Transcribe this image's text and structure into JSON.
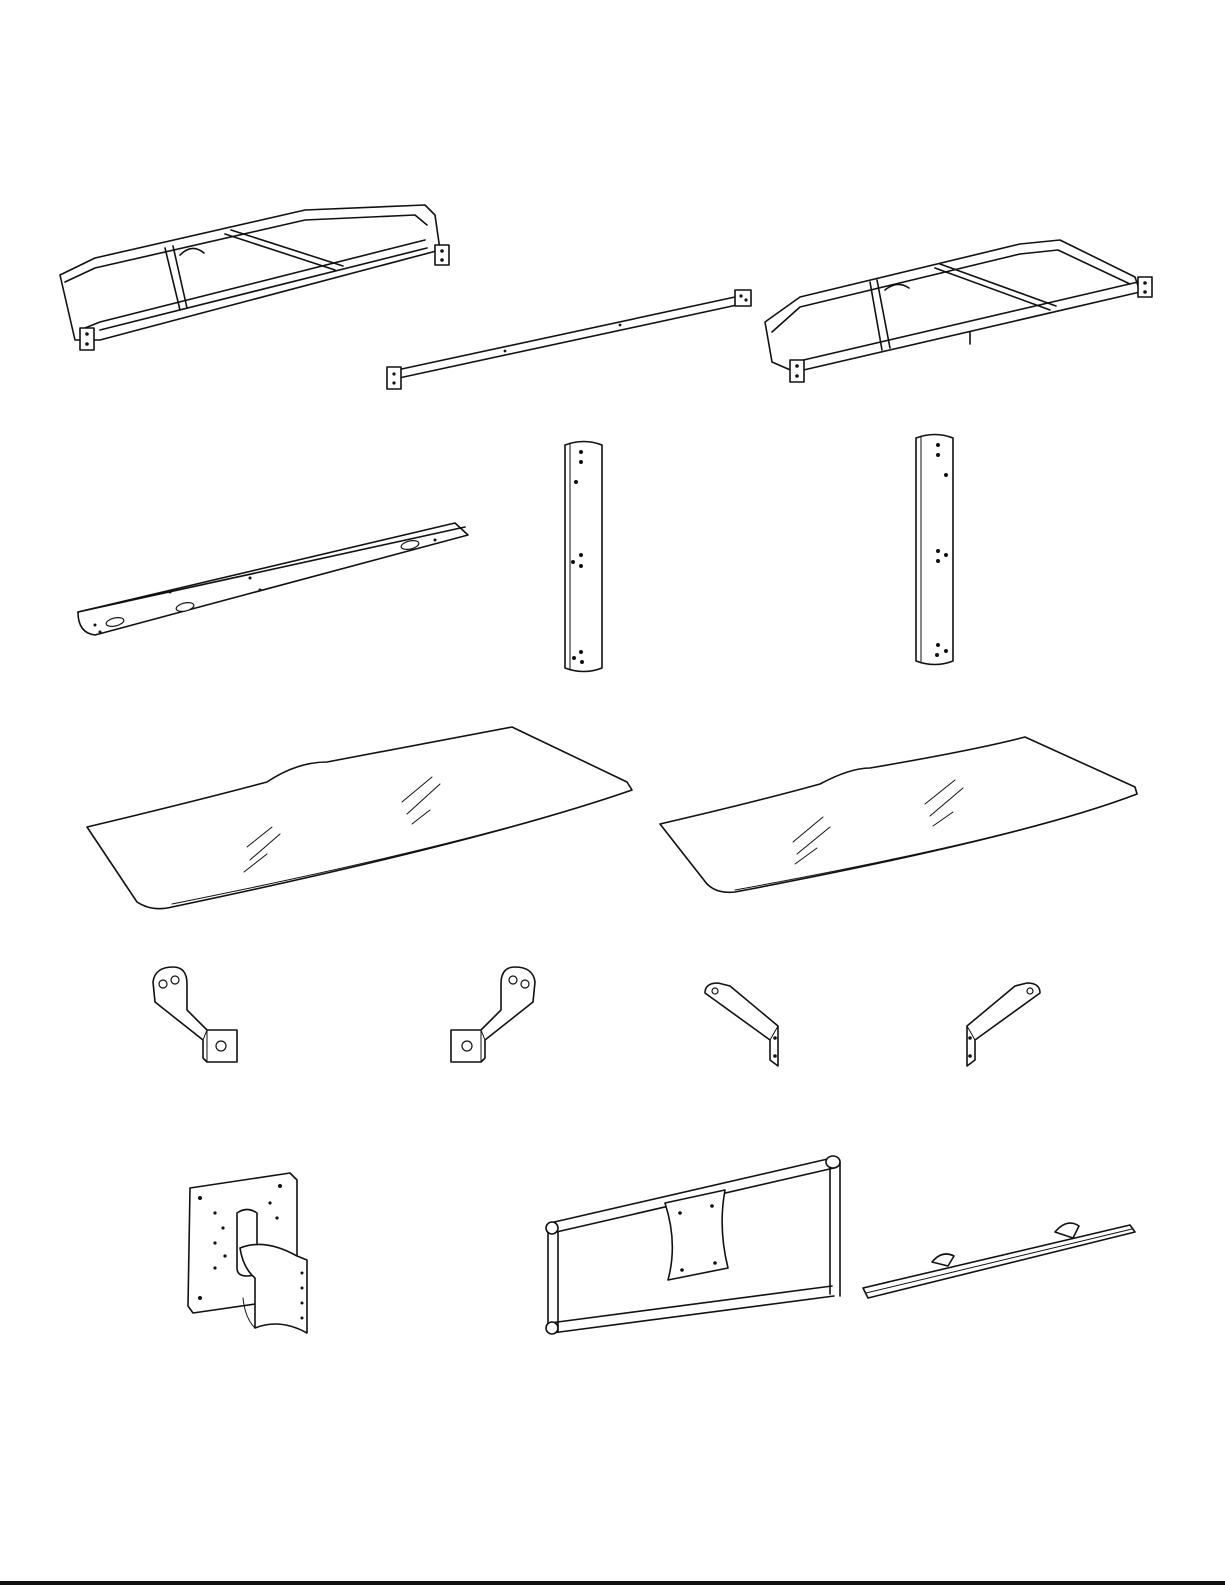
{
  "document": {
    "parts": [
      {
        "id": "frame-large",
        "icon": "frame-icon"
      },
      {
        "id": "rail-long",
        "icon": "rail-icon"
      },
      {
        "id": "frame-small",
        "icon": "frame-icon"
      },
      {
        "id": "crossbar",
        "icon": "crossbar-icon"
      },
      {
        "id": "upright-left",
        "icon": "upright-icon"
      },
      {
        "id": "upright-right",
        "icon": "upright-icon"
      },
      {
        "id": "glass-shelf-left",
        "icon": "glass-shelf-icon"
      },
      {
        "id": "glass-shelf-right",
        "icon": "glass-shelf-icon"
      },
      {
        "id": "bracket-1",
        "icon": "bracket-icon"
      },
      {
        "id": "bracket-2",
        "icon": "bracket-icon"
      },
      {
        "id": "bracket-3",
        "icon": "bracket-icon"
      },
      {
        "id": "bracket-4",
        "icon": "bracket-icon"
      },
      {
        "id": "pole-mount-plate",
        "icon": "mount-plate-icon"
      },
      {
        "id": "wall-mount-frame",
        "icon": "mount-frame-icon"
      },
      {
        "id": "slide-track",
        "icon": "track-icon"
      }
    ],
    "colors": {
      "ink": "#111111",
      "paper": "#ffffff"
    }
  }
}
